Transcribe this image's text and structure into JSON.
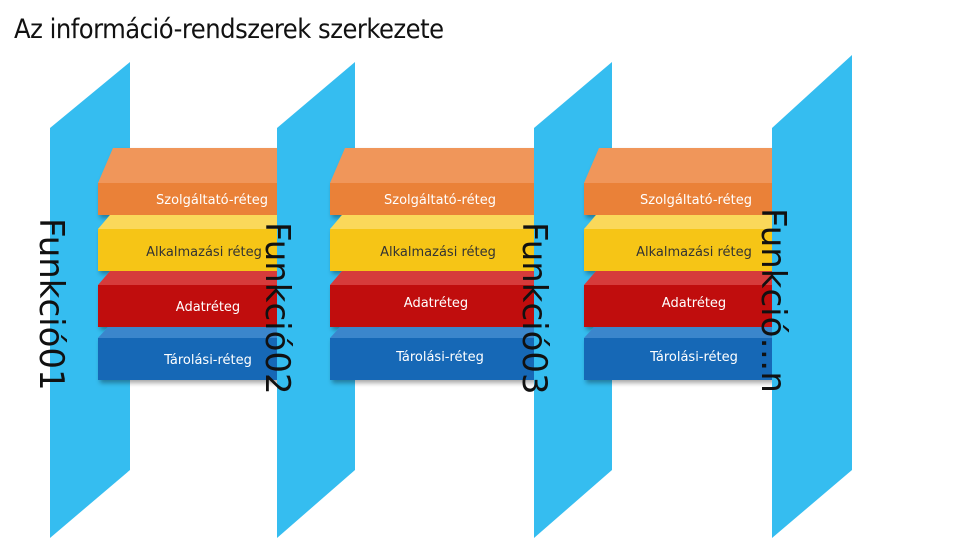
{
  "title": "Az információ-rendszerek szerkezete",
  "layers": {
    "service": "Szolgáltató-réteg",
    "application": "Alkalmazási réteg",
    "data": "Adatréteg",
    "storage": "Tárolási-réteg"
  },
  "functions": [
    "Funkció01",
    "Funkció02",
    "Funkció03",
    "Funkció…n"
  ],
  "colors": {
    "panel": "#35bdf0",
    "panel_side": "#2aa6d8",
    "service": "#ea8139",
    "service_top": "#f0965a",
    "application": "#f6c517",
    "application_top": "#fad85a",
    "data": "#c00d0d",
    "data_top": "#d63a3a",
    "storage": "#1268b6",
    "storage_top": "#3a86cc"
  }
}
